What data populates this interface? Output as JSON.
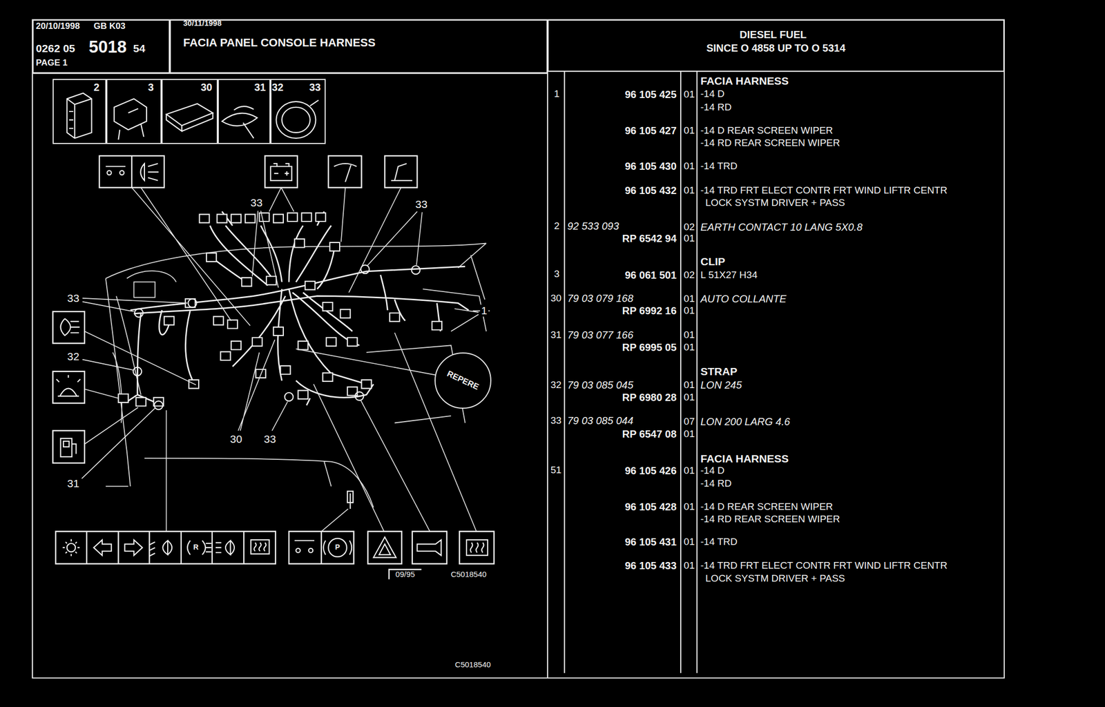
{
  "diagram": {
    "title": "FACIA PANEL CONSOLE HARNESS",
    "nodes": [
      {
        "text": [
          "20/10/1998",
          "GB K03",
          "0262 05",
          "5018",
          "54",
          "PAGE 1"
        ]
      },
      {
        "text": [
          "30/11/1998"
        ]
      },
      {
        "text": [
          "DIESEL FUEL",
          "SINCE O 4858 UP TO O 5314"
        ]
      },
      {
        "text": [
          "2"
        ]
      },
      {
        "text": [
          "3"
        ]
      },
      {
        "text": [
          "30"
        ]
      },
      {
        "text": [
          "31"
        ]
      },
      {
        "text": [
          "32",
          "33"
        ]
      },
      {
        "text": [
          "REPERE"
        ]
      }
    ],
    "labels": [
      "FACIA HARNESS",
      "1",
      "96 105 425",
      "01",
      "-14 D",
      "-14 RD",
      "96 105 427",
      "01",
      "-14 D REAR SCREEN WIPER",
      "-14 RD REAR SCREEN WIPER",
      "96 105 430",
      "01",
      "-14 TRD",
      "96 105 432",
      "01",
      "-14 TRD FRT ELECT CONTR FRT WIND LIFTR CENTR",
      "LOCK SYSTM DRIVER + PASS",
      "2",
      "92 533 093",
      "02",
      "EARTH CONTACT 10 LANG 5X0.8",
      "RP 6542 94",
      "01",
      "CLIP",
      "3",
      "96 061 501",
      "02",
      "L 51X27 H34",
      "30",
      "79 03 079 168",
      "01",
      "AUTO COLLANTE",
      "RP 6992 16",
      "01",
      "31",
      "79 03 077 166",
      "01",
      "RP 6995 05",
      "01",
      "STRAP",
      "32",
      "79 03 085 045",
      "01",
      "LON 245",
      "RP 6980 28",
      "01",
      "33",
      "79 03 085 044",
      "07",
      "LON 200 LARG 4.6",
      "RP 6547 08",
      "01",
      "FACIA HARNESS",
      "51",
      "96 105 426",
      "01",
      "-14 D",
      "-14 RD",
      "96 105 428",
      "01",
      "-14 D REAR SCREEN WIPER",
      "-14 RD REAR SCREEN WIPER",
      "96 105 431",
      "01",
      "-14 TRD",
      "96 105 433",
      "01",
      "-14 TRD FRT ELECT CONTR FRT WIND LIFTR CENTR",
      "LOCK SYSTM DRIVER + PASS",
      "33",
      "33",
      "33",
      "1",
      "32",
      "30",
      "33",
      "31",
      "09/95",
      "C5018540",
      "C5018540",
      "R",
      "P"
    ]
  }
}
